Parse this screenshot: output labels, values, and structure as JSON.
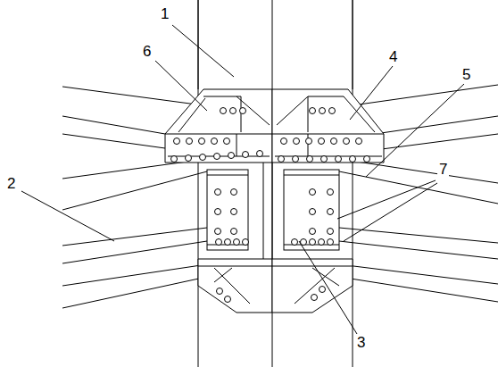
{
  "diagram": {
    "labels": [
      "1",
      "6",
      "4",
      "5",
      "2",
      "7",
      "3"
    ]
  }
}
